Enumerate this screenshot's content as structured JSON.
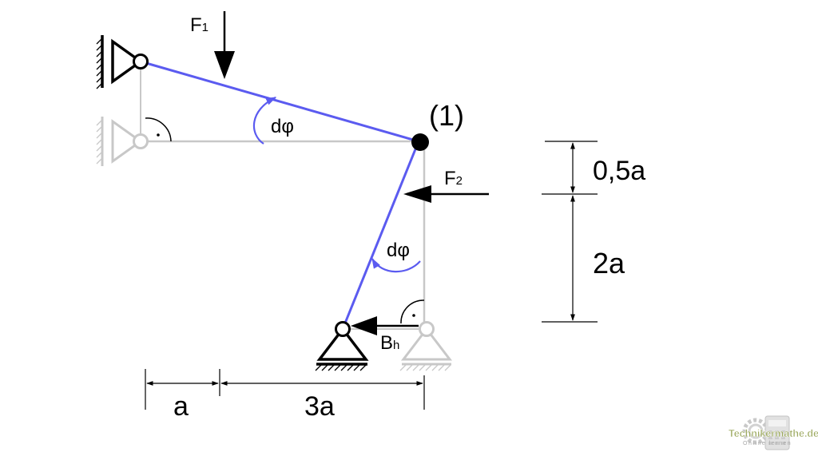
{
  "labels": {
    "force_1": "F",
    "force_1_sub": "1",
    "force_2": "F",
    "force_2_sub": "2",
    "reaction_b": "B",
    "reaction_b_sub": "h",
    "joint_1": "(1)",
    "angle_upper": "dφ",
    "angle_lower": "dφ",
    "dim_a": "a",
    "dim_3a": "3a",
    "dim_0_5a": "0,5a",
    "dim_2a": "2a"
  },
  "watermark": {
    "title": "Technikermathe.de",
    "subtitle": "Online lernen"
  },
  "colors": {
    "displaced_member": "#5b5bf0",
    "original_member": "#c8c8c8",
    "ink": "#000000",
    "watermark_green": "#7c8d2a"
  }
}
